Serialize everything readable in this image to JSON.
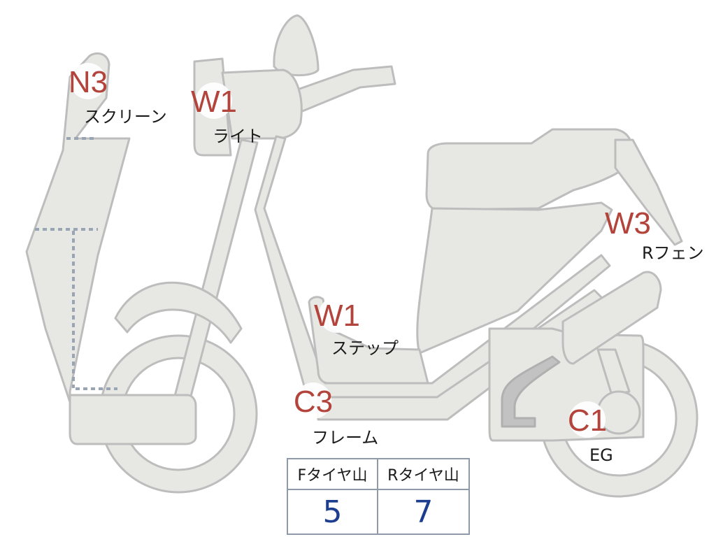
{
  "badges": [
    {
      "code": "N3",
      "part": "スクリーン"
    },
    {
      "code": "W1",
      "part": "ライト"
    },
    {
      "code": "W3",
      "part": "Rフェン"
    },
    {
      "code": "W1",
      "part": "ステップ"
    },
    {
      "code": "C3",
      "part": "フレーム"
    },
    {
      "code": "C1",
      "part": "EG"
    }
  ],
  "tyre_table": {
    "front_label": "Fタイヤ山",
    "rear_label": "Rタイヤ山",
    "front_value": "5",
    "rear_value": "7"
  },
  "colors": {
    "body_fill": "#e7e7e4",
    "body_stroke": "#bdbdbd",
    "badge_text": "#b3443c",
    "value_text": "#1d3e8f",
    "dotted_line": "#9aa5b3"
  }
}
